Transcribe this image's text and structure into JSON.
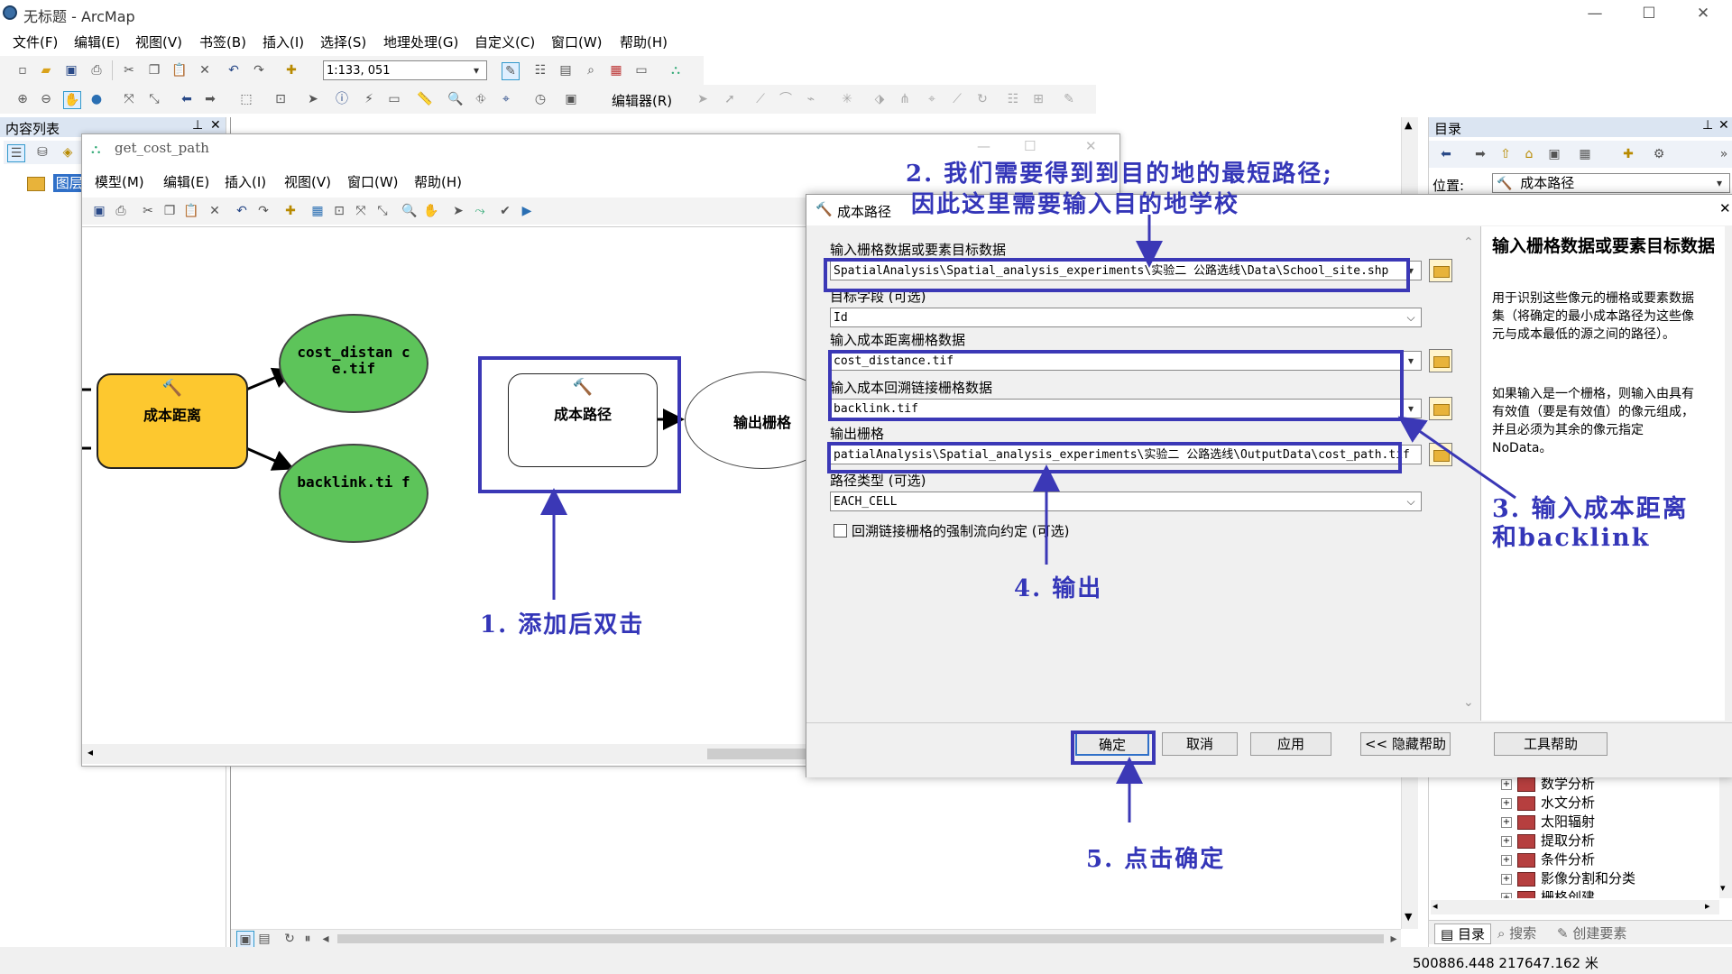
{
  "window": {
    "title": "无标题 - ArcMap",
    "min": "—",
    "max": "☐",
    "close": "✕"
  },
  "menu": [
    "文件(F)",
    "编辑(E)",
    "视图(V)",
    "书签(B)",
    "插入(I)",
    "选择(S)",
    "地理处理(G)",
    "自定义(C)",
    "窗口(W)",
    "帮助(H)"
  ],
  "toolbar": {
    "scale": "1:133, 051",
    "editor_label": "编辑器(R)"
  },
  "toc": {
    "title": "内容列表",
    "layers_label": "图层"
  },
  "model_window": {
    "title": "get_cost_path",
    "menu": [
      "模型(M)",
      "编辑(E)",
      "插入(I)",
      "视图(V)",
      "窗口(W)",
      "帮助(H)"
    ],
    "nodes": {
      "cost_distance_tool": "成本距离",
      "cost_distance_out": "cost_distan ce.tif",
      "backlink_out": "backlink.ti f",
      "cost_path_tool": "成本路径",
      "output_raster": "输出栅格"
    }
  },
  "catalog": {
    "title": "目录",
    "location_label": "位置:",
    "location_value": "成本路径",
    "tree": [
      "数学分析",
      "水文分析",
      "太阳辐射",
      "提取分析",
      "条件分析",
      "影像分割和分类",
      "栅格创建"
    ],
    "tabs": [
      "目录",
      "搜索",
      "创建要素"
    ]
  },
  "dialog": {
    "title": "成本路径",
    "fields": {
      "dest_label": "输入栅格数据或要素目标数据",
      "dest_value": "SpatialAnalysis\\Spatial_analysis_experiments\\实验二 公路选线\\Data\\School_site.shp",
      "dest_field_label": "目标字段 (可选)",
      "dest_field_value": "Id",
      "cost_dist_label": "输入成本距离栅格数据",
      "cost_dist_value": "cost_distance.tif",
      "backlink_label": "输入成本回溯链接栅格数据",
      "backlink_value": "backlink.tif",
      "output_label": "输出栅格",
      "output_value": "patialAnalysis\\Spatial_analysis_experiments\\实验二 公路选线\\OutputData\\cost_path.tif",
      "path_type_label": "路径类型 (可选)",
      "path_type_value": "EACH_CELL",
      "force_flow_label": "回溯链接栅格的强制流向约定 (可选)"
    },
    "buttons": {
      "ok": "确定",
      "cancel": "取消",
      "apply": "应用",
      "hide_help": "<< 隐藏帮助",
      "tool_help": "工具帮助"
    },
    "help": {
      "title": "输入栅格数据或要素目标数据",
      "para1": "用于识别这些像元的栅格或要素数据集（将确定的最小成本路径为这些像元与成本最低的源之间的路径）。",
      "para2": "如果输入是一个栅格，则输入由具有有效值（要是有效值）的像元组成，并且必须为其余的像元指定 NoData。"
    }
  },
  "annotations": {
    "a1": "1. 添加后双击",
    "a2_line1": "2. 我们需要得到到目的地的最短路径;",
    "a2_line2": "因此这里需要输入目的地学校",
    "a3_line1": "3. 输入成本距离",
    "a3_line2": "和backlink",
    "a4": "4. 输出",
    "a5": "5. 点击确定"
  },
  "status": {
    "coords": "500886.448  217647.162 米"
  }
}
